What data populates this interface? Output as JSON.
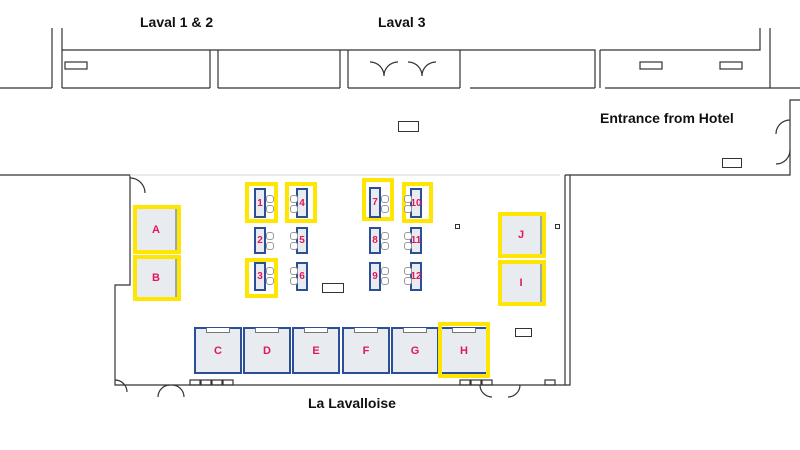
{
  "rooms": {
    "laval12": "Laval 1 & 2",
    "laval3": "Laval 3",
    "entrance": "Entrance from Hotel",
    "lavalloise": "La Lavalloise"
  },
  "side_booths_left": [
    {
      "id": "A",
      "highlighted": true
    },
    {
      "id": "B",
      "highlighted": true
    }
  ],
  "side_booths_right": [
    {
      "id": "J",
      "highlighted": true
    },
    {
      "id": "I",
      "highlighted": true
    }
  ],
  "tables": [
    {
      "id": "1",
      "highlighted": true
    },
    {
      "id": "2",
      "highlighted": false
    },
    {
      "id": "3",
      "highlighted": true
    },
    {
      "id": "4",
      "highlighted": true
    },
    {
      "id": "5",
      "highlighted": false
    },
    {
      "id": "6",
      "highlighted": false
    },
    {
      "id": "7",
      "highlighted": true
    },
    {
      "id": "8",
      "highlighted": false
    },
    {
      "id": "9",
      "highlighted": false
    },
    {
      "id": "10",
      "highlighted": true
    },
    {
      "id": "11",
      "highlighted": false
    },
    {
      "id": "12",
      "highlighted": false
    }
  ],
  "row_booths": [
    {
      "id": "C",
      "highlighted": false
    },
    {
      "id": "D",
      "highlighted": false
    },
    {
      "id": "E",
      "highlighted": false
    },
    {
      "id": "F",
      "highlighted": false
    },
    {
      "id": "G",
      "highlighted": false
    },
    {
      "id": "H",
      "highlighted": true
    }
  ],
  "colors": {
    "highlight": "#ffe600",
    "booth_border": "#2b4f96",
    "booth_label": "#e0185c",
    "booth_fill": "#e8ebef"
  }
}
